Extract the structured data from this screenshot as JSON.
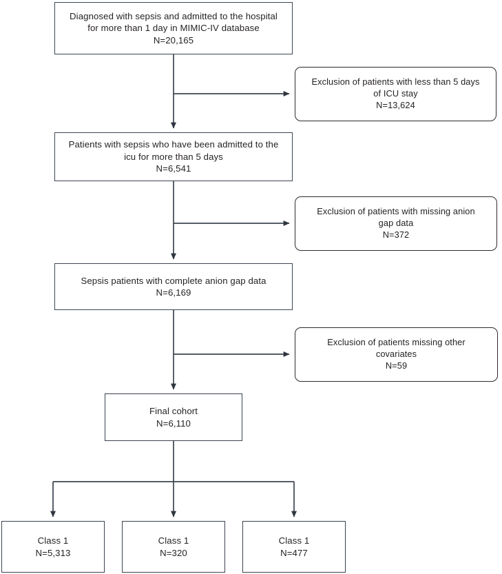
{
  "diagram": {
    "title": "Sepsis cohort selection flow diagram",
    "type": "flowchart",
    "stroke_color": "#3c4450",
    "text_color": "#231f20",
    "background": "#ffffff"
  },
  "nodes": {
    "source_cohort": {
      "name": "source-cohort-box",
      "text": "Diagnosed with sepsis and admitted to the hospital\nfor more than 1 day in MIMIC-IV database\nN=20,165",
      "label": "Diagnosed with sepsis and admitted to the hospital for more than 1 day in MIMIC-IV database",
      "count": "N=20,165"
    },
    "exclusion_icu": {
      "name": "exclusion-icu-stay-box",
      "text": "Exclusion of patients with less than 5 days\nof ICU stay\nN=13,624",
      "label": "Exclusion of patients with less than 5 days of ICU stay",
      "count": "N=13,624"
    },
    "icu_5days": {
      "name": "icu-5-days-box",
      "text": "Patients with sepsis who have been admitted to the\nicu for more than 5 days\nN=6,541",
      "label": "Patients with sepsis who have been admitted to the icu for more than 5 days",
      "count": "N=6,541"
    },
    "exclusion_anion_gap": {
      "name": "exclusion-anion-gap-box",
      "text": "Exclusion of patients with missing anion\ngap data\nN=372",
      "label": "Exclusion of patients with missing anion gap data",
      "count": "N=372"
    },
    "complete_anion_gap": {
      "name": "complete-anion-gap-box",
      "text": "Sepsis patients with complete anion gap data\nN=6,169",
      "label": "Sepsis patients with complete anion gap data",
      "count": "N=6,169"
    },
    "exclusion_covariates": {
      "name": "exclusion-covariates-box",
      "text": "Exclusion of patients missing other\ncovariates\nN=59",
      "label": "Exclusion of patients missing other covariates",
      "count": "N=59"
    },
    "final_cohort": {
      "name": "final-cohort-box",
      "text": "Final cohort\nN=6,110",
      "label": "Final cohort",
      "count": "N=6,110"
    },
    "class_1": {
      "name": "class-1-box",
      "text": "Class 1\nN=5,313",
      "label": "Class 1",
      "count": "N=5,313"
    },
    "class_2": {
      "name": "class-2-box",
      "text": "Class 1\nN=320",
      "label": "Class 1",
      "count": "N=320"
    },
    "class_3": {
      "name": "class-3-box",
      "text": "Class 1\nN=477",
      "label": "Class 1",
      "count": "N=477"
    }
  },
  "chart_data": {
    "type": "flowchart",
    "title": "Sepsis cohort selection flow diagram",
    "steps": [
      {
        "stage": "Diagnosed with sepsis and admitted to the hospital for more than 1 day in MIMIC-IV database",
        "n": 20165
      },
      {
        "stage": "Patients with sepsis who have been admitted to the icu for more than 5 days",
        "n": 6541
      },
      {
        "stage": "Sepsis patients with complete anion gap data",
        "n": 6169
      },
      {
        "stage": "Final cohort",
        "n": 6110
      }
    ],
    "exclusions": [
      {
        "reason": "Exclusion of patients with less than 5 days of ICU stay",
        "n": 13624
      },
      {
        "reason": "Exclusion of patients with missing anion gap data",
        "n": 372
      },
      {
        "reason": "Exclusion of patients missing other covariates",
        "n": 59
      }
    ],
    "terminal_groups": [
      {
        "label": "Class 1",
        "n": 5313
      },
      {
        "label": "Class 1",
        "n": 320
      },
      {
        "label": "Class 1",
        "n": 477
      }
    ]
  }
}
